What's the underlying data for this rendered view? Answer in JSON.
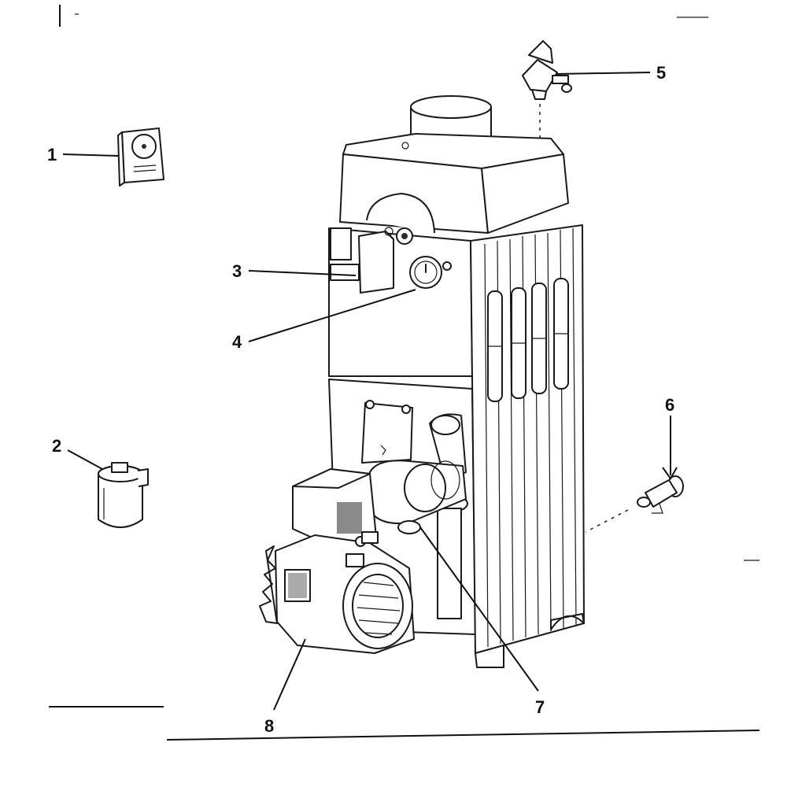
{
  "diagram": {
    "callouts": [
      {
        "id": 1,
        "label": "1"
      },
      {
        "id": 2,
        "label": "2"
      },
      {
        "id": 3,
        "label": "3"
      },
      {
        "id": 4,
        "label": "4"
      },
      {
        "id": 5,
        "label": "5"
      },
      {
        "id": 6,
        "label": "6"
      },
      {
        "id": 7,
        "label": "7"
      },
      {
        "id": 8,
        "label": "8"
      }
    ]
  },
  "colors": {
    "ink": "#1a1a1a",
    "background": "#ffffff"
  }
}
